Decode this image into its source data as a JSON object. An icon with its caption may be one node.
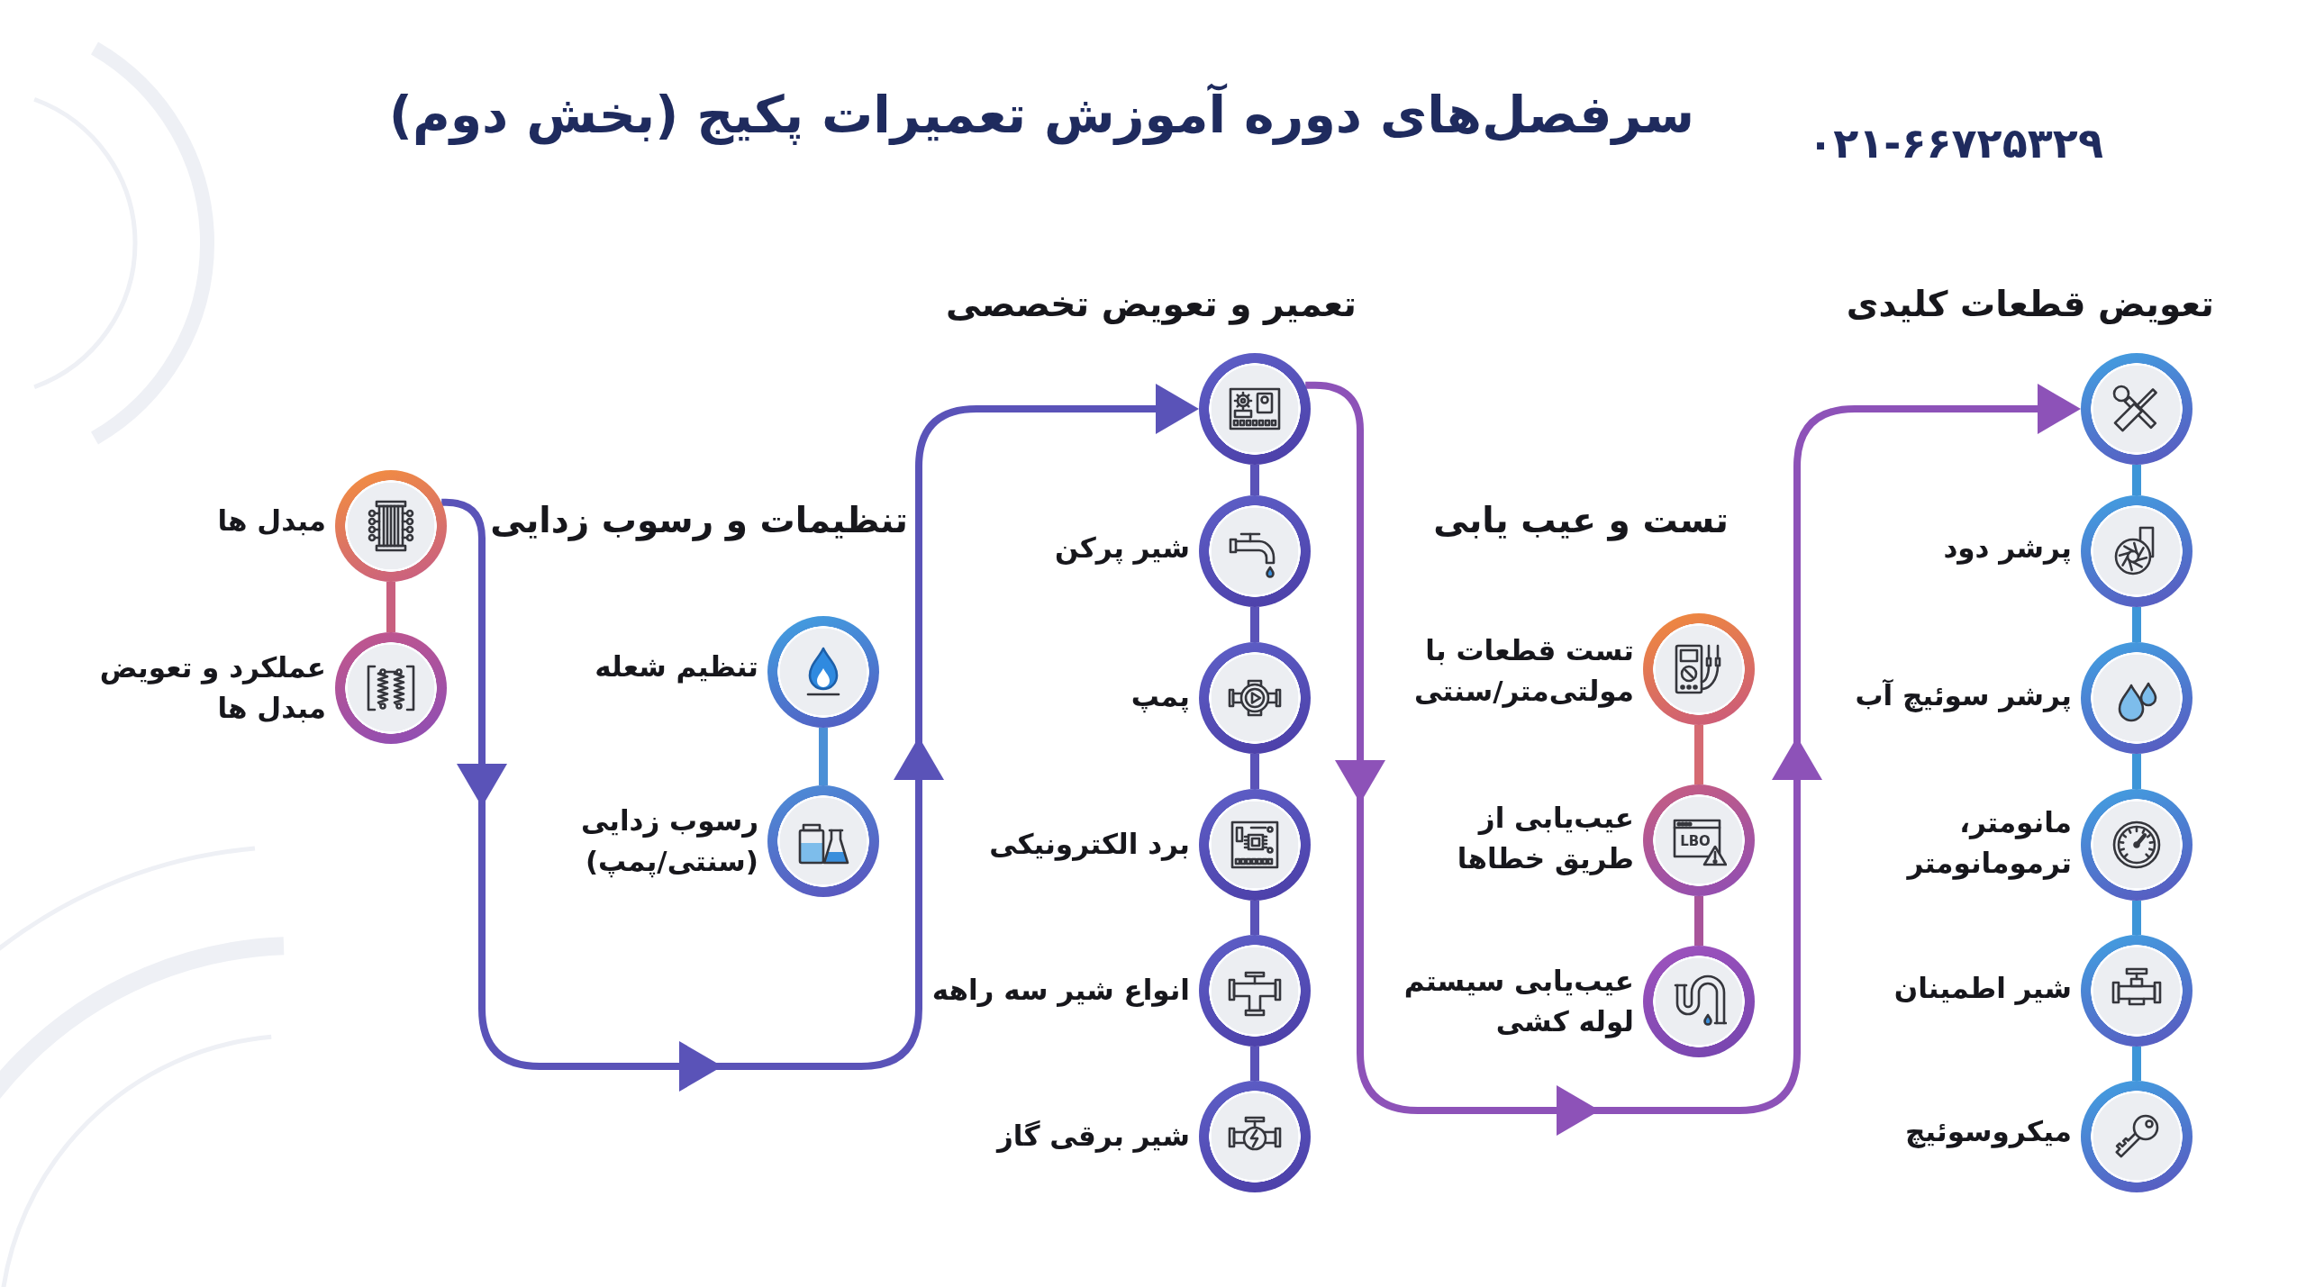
{
  "diagram": {
    "title": "سرفصل‌های دوره آموزش تعمیرات پکیج (بخش دوم)",
    "nodes": [
      {
        "text": [
          "تعویض قطعات کلیدی"
        ]
      },
      {
        "text": [
          "پرشر دود"
        ]
      },
      {
        "text": [
          "پرشر سوئیچ آب"
        ]
      },
      {
        "text": [
          "مانومتر، ترمومانومتر"
        ]
      },
      {
        "text": [
          "شیر اطمینان"
        ]
      },
      {
        "text": [
          "میکروسوئیچ"
        ]
      },
      {
        "text": [
          "تست قطعات با مولتی‌متر/سنتی"
        ]
      },
      {
        "text": [
          "عیب‌یابی از طریق خطاها"
        ]
      },
      {
        "text": [
          "عیب‌یابی سیستم لوله کشی"
        ]
      },
      {
        "text": [
          "تعمیر و تعویض تخصصی"
        ]
      },
      {
        "text": [
          "شیر پرکن"
        ]
      },
      {
        "text": [
          "پمپ"
        ]
      },
      {
        "text": [
          "برد الکترونیکی"
        ]
      },
      {
        "text": [
          "انواع شیر سه راهه"
        ]
      },
      {
        "text": [
          "شیر برقی گاز"
        ]
      },
      {
        "text": [
          "تنظیم شعله"
        ]
      },
      {
        "text": [
          "رسوب زدایی (سنتی/پمپ)"
        ]
      },
      {
        "text": [
          "مبدل ها"
        ]
      },
      {
        "text": [
          "عملکرد و تعویض مبدل ها"
        ]
      }
    ],
    "edges": [
      {
        "from": 0,
        "to": 1,
        "arrow": "none",
        "color": "#3d95d8"
      },
      {
        "from": 1,
        "to": 2,
        "arrow": "none",
        "color": "#3d95d8"
      },
      {
        "from": 2,
        "to": 3,
        "arrow": "none",
        "color": "#3d95d8"
      },
      {
        "from": 3,
        "to": 4,
        "arrow": "none",
        "color": "#3d95d8"
      },
      {
        "from": 4,
        "to": 5,
        "arrow": "none",
        "color": "#3d95d8"
      },
      {
        "from": 6,
        "to": 7,
        "arrow": "none",
        "color": "#d56a72"
      },
      {
        "from": 7,
        "to": 8,
        "arrow": "none",
        "color": "#a8549a"
      },
      {
        "from": 9,
        "to": 10,
        "arrow": "none"
      },
      {
        "from": 10,
        "to": 11,
        "arrow": "none"
      },
      {
        "from": 11,
        "to": 12,
        "arrow": "none"
      },
      {
        "from": 12,
        "to": 13,
        "arrow": "none"
      },
      {
        "from": 13,
        "to": 14,
        "arrow": "none"
      },
      {
        "from": 15,
        "to": 16,
        "arrow": "none",
        "color": "#4a8fd6"
      },
      {
        "from": 17,
        "to": 18,
        "arrow": "none",
        "color": "#c9607f"
      },
      {
        "from": 17,
        "to": 9,
        "arrow": "to"
      },
      {
        "from": 9,
        "to": 0,
        "arrow": "to",
        "color": "#8d52b8"
      }
    ],
    "labels": [
      "۰۲۱-۶۶۷۲۵۳۲۹",
      "تست و عیب یابی",
      "تنظیمات و رسوب زدایی",
      "LBO"
    ]
  }
}
